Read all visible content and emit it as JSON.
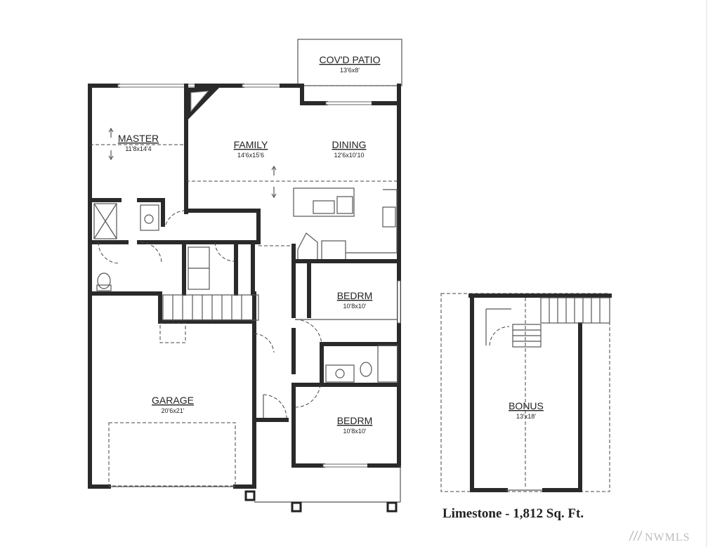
{
  "plan_name": "Limestone - 1,812 Sq. Ft.",
  "watermark": "NWMLS",
  "rooms": {
    "patio": {
      "name": "COV'D PATIO",
      "size": "13'6x8'"
    },
    "master": {
      "name": "MASTER",
      "size": "11'8x14'4"
    },
    "family": {
      "name": "FAMILY",
      "size": "14'6x15'6"
    },
    "dining": {
      "name": "DINING",
      "size": "12'6x10'10"
    },
    "bedrm1": {
      "name": "BEDRM",
      "size": "10'8x10'"
    },
    "bedrm2": {
      "name": "BEDRM",
      "size": "10'8x10'"
    },
    "garage": {
      "name": "GARAGE",
      "size": "20'6x21'"
    },
    "bonus": {
      "name": "BONUS",
      "size": "13'x18'"
    }
  }
}
